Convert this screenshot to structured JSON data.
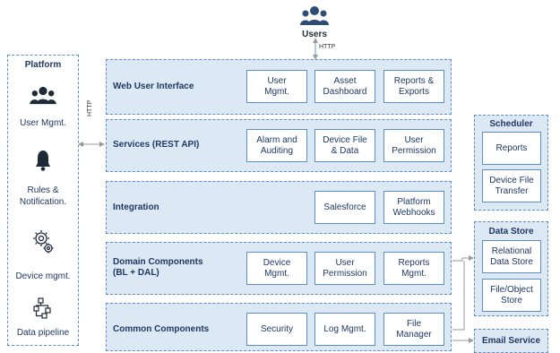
{
  "users": {
    "label": "Users",
    "protocol": "HTTP"
  },
  "side_protocol": "HTTP",
  "platform": {
    "title": "Platform",
    "items": [
      {
        "label": "User Mgmt.",
        "icon": "users-icon"
      },
      {
        "label": "Rules &\nNotification.",
        "icon": "bell-icon"
      },
      {
        "label": "Device mgmt.",
        "icon": "gear-icon"
      },
      {
        "label": "Data pipeline",
        "icon": "pipeline-icon"
      }
    ]
  },
  "layers": [
    {
      "title": "Web User Interface",
      "items": [
        "User\nMgmt.",
        "Asset\nDashboard",
        "Reports &\nExports"
      ]
    },
    {
      "title": "Services (REST API)",
      "items": [
        "Alarm and\nAuditing",
        "Device File\n& Data",
        "User\nPermission"
      ]
    },
    {
      "title": "Integration",
      "items": [
        "Salesforce",
        "Platform\nWebhooks"
      ]
    },
    {
      "title": "Domain Components\n(BL + DAL)",
      "items": [
        "Device\nMgmt.",
        "User\nPermission",
        "Reports\nMgmt."
      ]
    },
    {
      "title": "Common Components",
      "items": [
        "Security",
        "Log Mgmt.",
        "File\nManager"
      ]
    }
  ],
  "scheduler": {
    "title": "Scheduler",
    "items": [
      "Reports",
      "Device File\nTransfer"
    ]
  },
  "data_store": {
    "title": "Data Store",
    "items": [
      "Relational\nData Store",
      "File/Object\nStore"
    ]
  },
  "email_service": {
    "title": "Email Service"
  },
  "colors": {
    "box_border": "#5b8fc9",
    "layer_fill": "#dde8f5",
    "text": "#1f3864",
    "icon": "#1f2a38",
    "arrow": "#9a9a9a"
  }
}
